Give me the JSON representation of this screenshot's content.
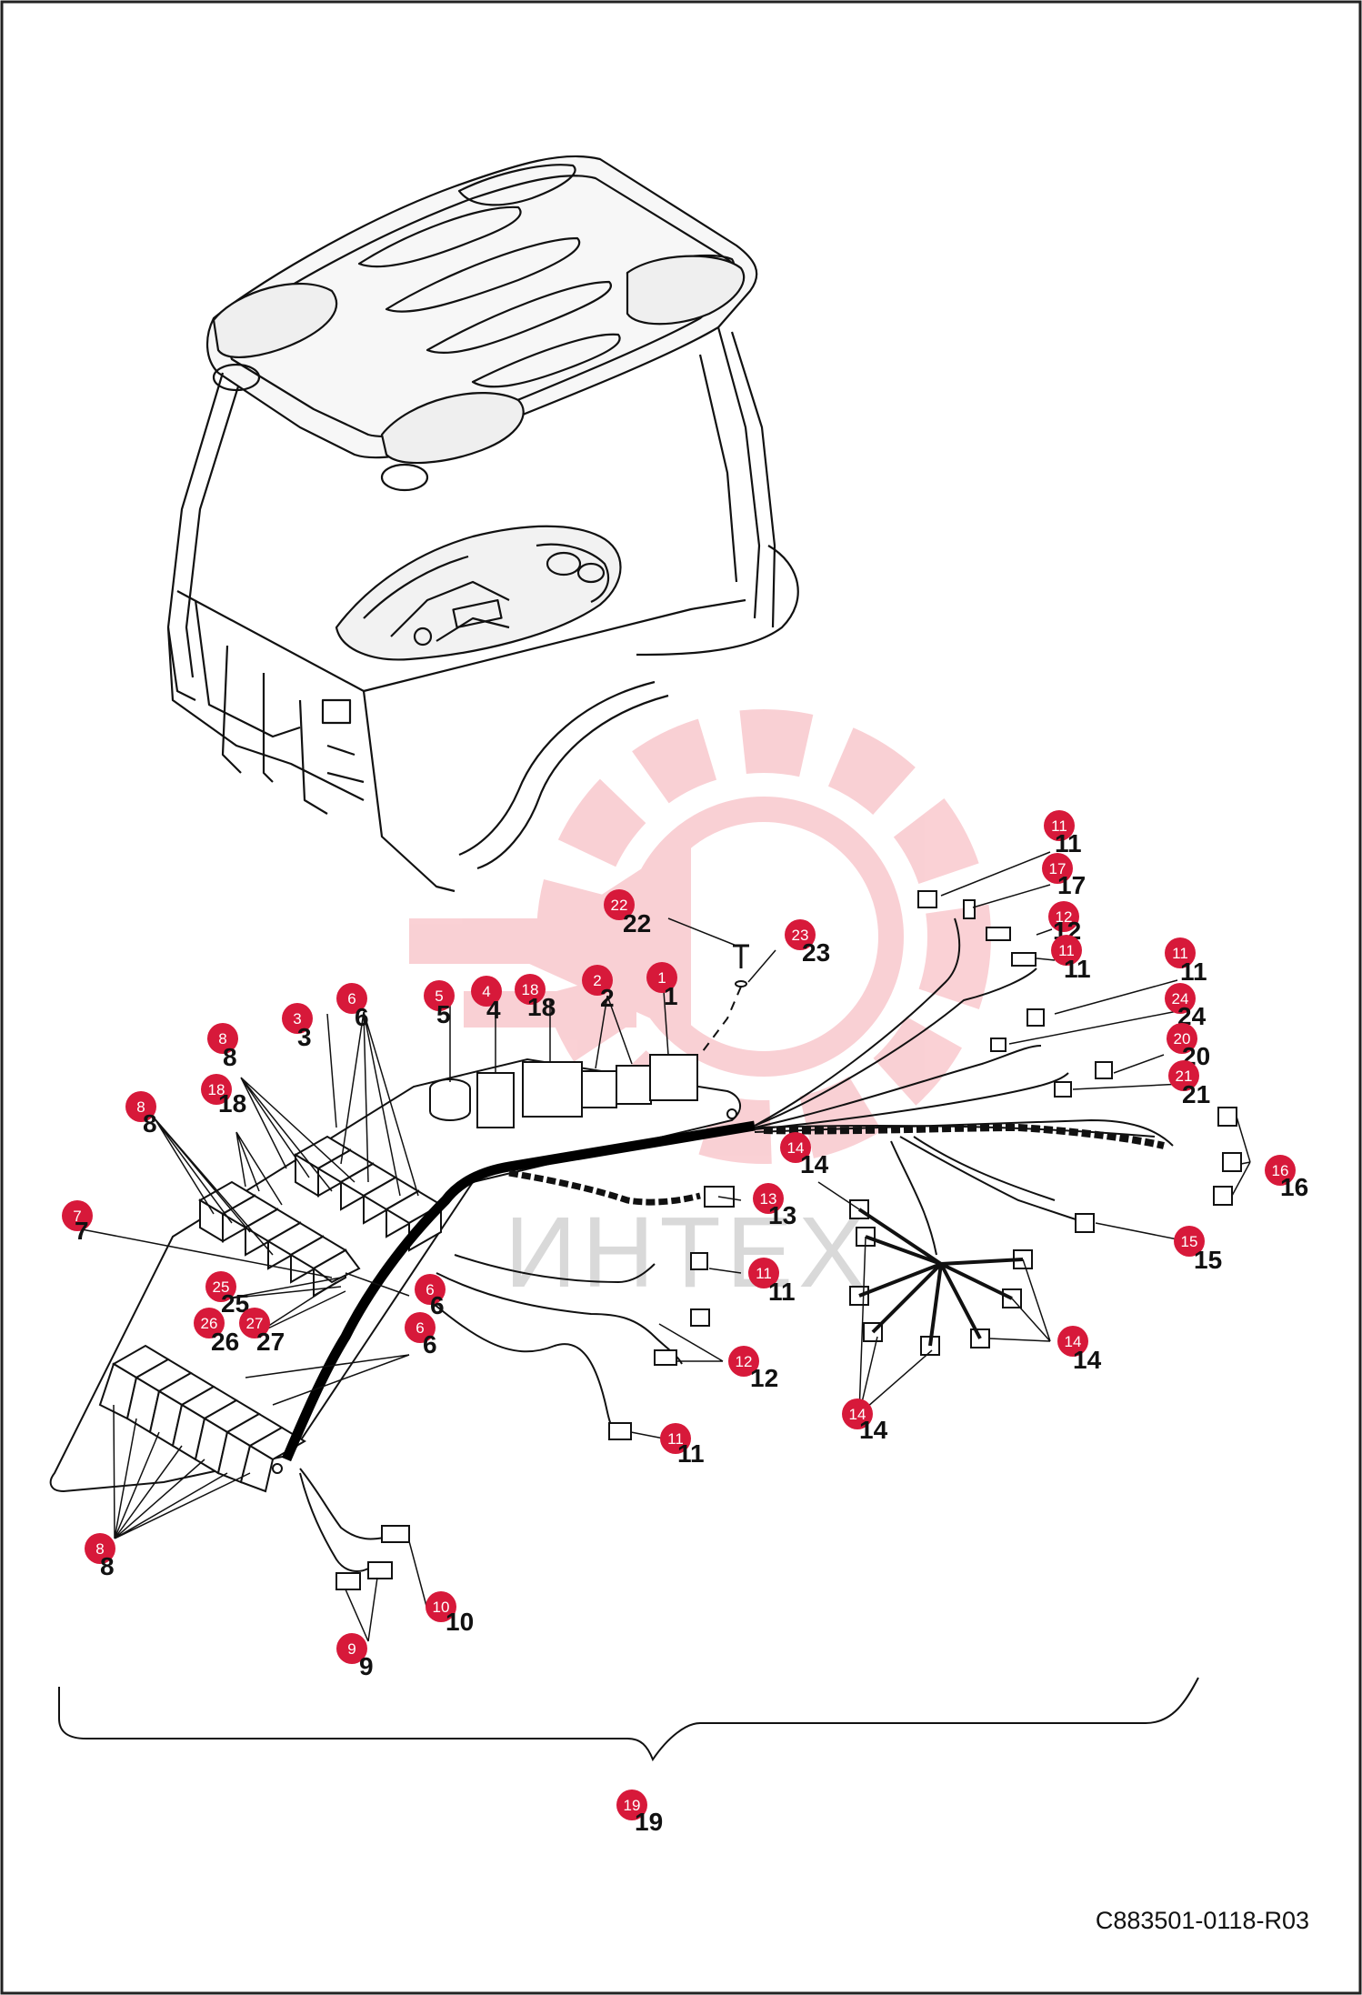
{
  "document_number": "C883501-0118-R03",
  "watermark_text": "ИНТЕХ",
  "badge_color": "#d7193a",
  "callouts": [
    {
      "id": "c11a",
      "num": "11",
      "label": "11"
    },
    {
      "id": "c17",
      "num": "17",
      "label": "17"
    },
    {
      "id": "c12a",
      "num": "12",
      "label": "12"
    },
    {
      "id": "c11b",
      "num": "11",
      "label": "11"
    },
    {
      "id": "c22",
      "num": "22",
      "label": "22"
    },
    {
      "id": "c23",
      "num": "23",
      "label": "23"
    },
    {
      "id": "c11c",
      "num": "11",
      "label": "11"
    },
    {
      "id": "c24",
      "num": "24",
      "label": "24"
    },
    {
      "id": "c20",
      "num": "20",
      "label": "20"
    },
    {
      "id": "c21",
      "num": "21",
      "label": "21"
    },
    {
      "id": "c5",
      "num": "5",
      "label": "5"
    },
    {
      "id": "c4",
      "num": "4",
      "label": "4"
    },
    {
      "id": "c18a",
      "num": "18",
      "label": "18"
    },
    {
      "id": "c2",
      "num": "2",
      "label": "2"
    },
    {
      "id": "c1",
      "num": "1",
      "label": "1"
    },
    {
      "id": "c3",
      "num": "3",
      "label": "3"
    },
    {
      "id": "c6a",
      "num": "6",
      "label": "6"
    },
    {
      "id": "c8a",
      "num": "8",
      "label": "8"
    },
    {
      "id": "c18b",
      "num": "18",
      "label": "18"
    },
    {
      "id": "c8b",
      "num": "8",
      "label": "8"
    },
    {
      "id": "c16",
      "num": "16",
      "label": "16"
    },
    {
      "id": "c14a",
      "num": "14",
      "label": "14"
    },
    {
      "id": "c13",
      "num": "13",
      "label": "13"
    },
    {
      "id": "c7",
      "num": "7",
      "label": "7"
    },
    {
      "id": "c15",
      "num": "15",
      "label": "15"
    },
    {
      "id": "c25",
      "num": "25",
      "label": "25"
    },
    {
      "id": "c6b",
      "num": "6",
      "label": "6"
    },
    {
      "id": "c11d",
      "num": "11",
      "label": "11"
    },
    {
      "id": "c26",
      "num": "26",
      "label": "26"
    },
    {
      "id": "c27",
      "num": "27",
      "label": "27"
    },
    {
      "id": "c6c",
      "num": "6",
      "label": "6"
    },
    {
      "id": "c14b",
      "num": "14",
      "label": "14"
    },
    {
      "id": "c12b",
      "num": "12",
      "label": "12"
    },
    {
      "id": "c14c",
      "num": "14",
      "label": "14"
    },
    {
      "id": "c11e",
      "num": "11",
      "label": "11"
    },
    {
      "id": "c8c",
      "num": "8",
      "label": "8"
    },
    {
      "id": "c10",
      "num": "10",
      "label": "10"
    },
    {
      "id": "c9",
      "num": "9",
      "label": "9"
    },
    {
      "id": "c19",
      "num": "19",
      "label": "19"
    }
  ]
}
